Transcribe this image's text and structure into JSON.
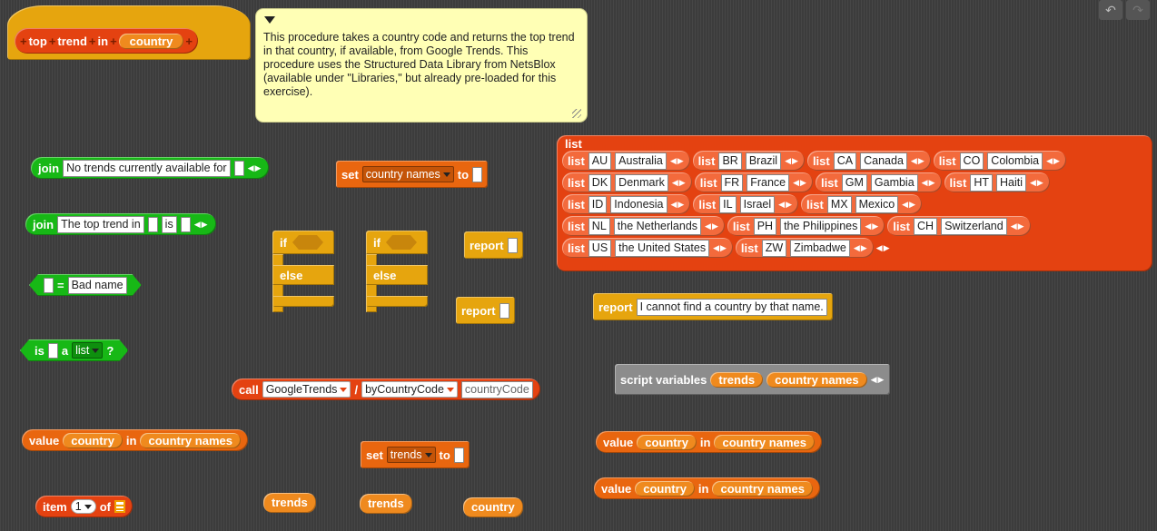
{
  "hat": {
    "words": [
      "top",
      "trend",
      "in"
    ],
    "param": "country",
    "plus": "+"
  },
  "comment": {
    "text": "This procedure takes a country code and returns the top trend in that country, if available, from Google Trends. This procedure uses the Structured Data Library from NetsBlox (available under \"Libraries,\" but already pre-loaded for this exercise)."
  },
  "join1": {
    "label": "join",
    "text": "No trends currently available for "
  },
  "join2": {
    "label": "join",
    "text1": "The top trend in ",
    "text2": " is "
  },
  "eq": {
    "op": "=",
    "text": "Bad name"
  },
  "isa": {
    "label": "is",
    "a": "a",
    "type": "list",
    "q": "?"
  },
  "set1": {
    "label": "set",
    "var": "country names",
    "to": "to"
  },
  "set2": {
    "label": "set",
    "var": "trends",
    "to": "to"
  },
  "if_labels": {
    "if": "if",
    "else": "else"
  },
  "report_label": "report",
  "report_text": "I cannot find a country by that name.",
  "biglist": {
    "label": "list",
    "item_label": "list",
    "rows": [
      [
        [
          "AU",
          "Australia"
        ],
        [
          "BR",
          "Brazil"
        ],
        [
          "CA",
          "Canada"
        ],
        [
          "CO",
          "Colombia"
        ]
      ],
      [
        [
          "DK",
          "Denmark"
        ],
        [
          "FR",
          "France"
        ],
        [
          "GM",
          "Gambia"
        ],
        [
          "HT",
          "Haiti"
        ]
      ],
      [
        [
          "ID",
          "Indonesia"
        ],
        [
          "IL",
          "Israel"
        ],
        [
          "MX",
          "Mexico"
        ]
      ],
      [
        [
          "NL",
          "the Netherlands"
        ],
        [
          "PH",
          "the Philippines"
        ],
        [
          "CH",
          "Switzerland"
        ]
      ],
      [
        [
          "US",
          "the United States"
        ],
        [
          "ZW",
          "Zimbadwe"
        ]
      ]
    ]
  },
  "call": {
    "label": "call",
    "service": "GoogleTrends",
    "sep": "/",
    "rpc": "byCountryCode",
    "arg": "countryCode"
  },
  "scriptvars": {
    "label": "script variables",
    "vars": [
      "trends",
      "country names"
    ]
  },
  "value1": {
    "label": "value",
    "v": "country",
    "in": "in",
    "list": "country names"
  },
  "value2": {
    "label": "value",
    "v": "country",
    "in": "in",
    "list": "country names"
  },
  "value3": {
    "label": "value",
    "v": "country",
    "in": "in",
    "list": "country names"
  },
  "item": {
    "label": "item",
    "index": "1",
    "of": "of"
  },
  "loose_vars": [
    "trends",
    "trends",
    "country"
  ],
  "colors": {
    "control": "#e6a50e",
    "operators": "#17b816",
    "variables": "#e9660f",
    "lists": "#e44211",
    "services": "#e44211",
    "comment": "#ffffb5"
  },
  "icons": {
    "undo": "undo-icon",
    "redo": "redo-icon"
  }
}
